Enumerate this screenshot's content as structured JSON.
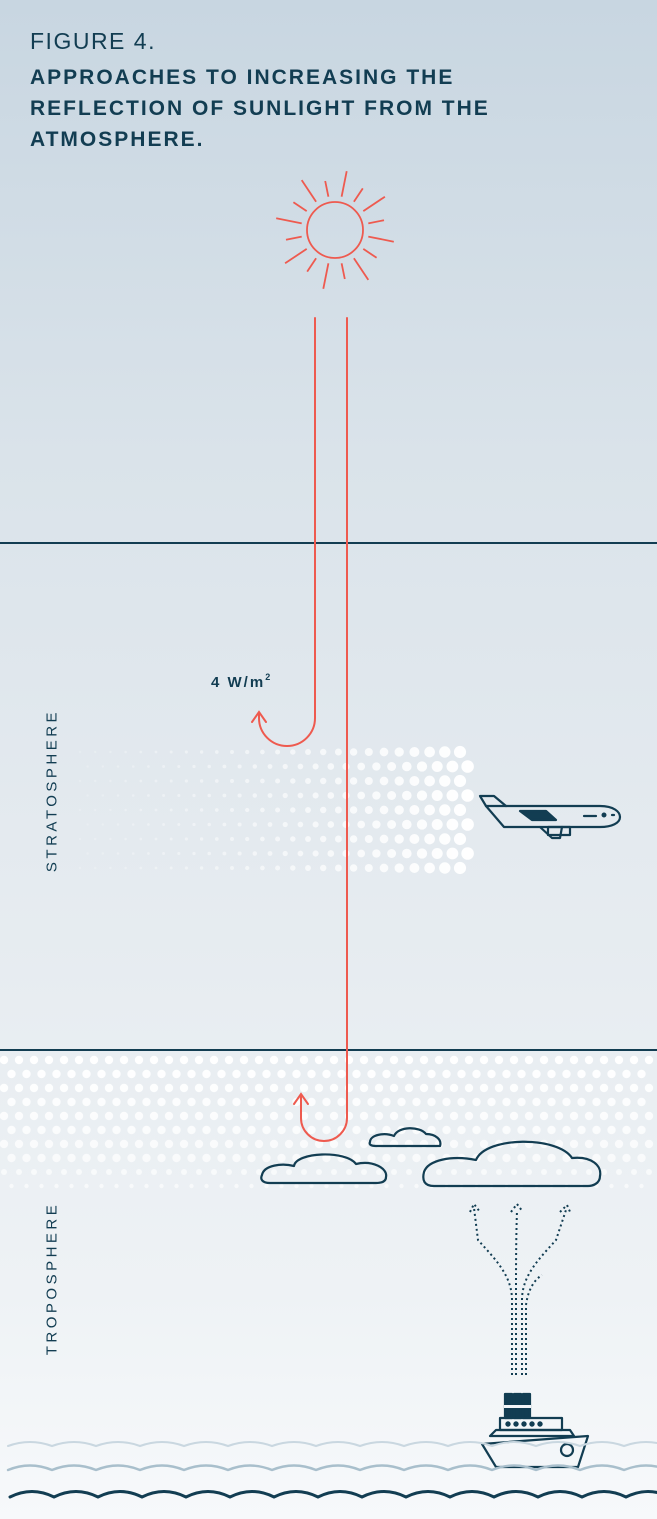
{
  "figure": {
    "label": "FIGURE 4.",
    "title": "APPROACHES TO INCREASING THE REFLECTION OF SUNLIGHT FROM THE ATMOSPHERE."
  },
  "reflection": {
    "value": "4 W/m",
    "superscript": "2"
  },
  "layers": {
    "stratosphere": "STRATOSPHERE",
    "troposphere": "TROPOSPHERE"
  },
  "colors": {
    "text": "#123d52",
    "line": "#123d52",
    "sunlight": "#ee5a4f",
    "dots": "#ffffff",
    "waves_light": "#a9bfcc"
  },
  "icons": [
    "sun-icon",
    "airplane-icon",
    "cloud-icon",
    "ship-icon",
    "wave-icon"
  ]
}
